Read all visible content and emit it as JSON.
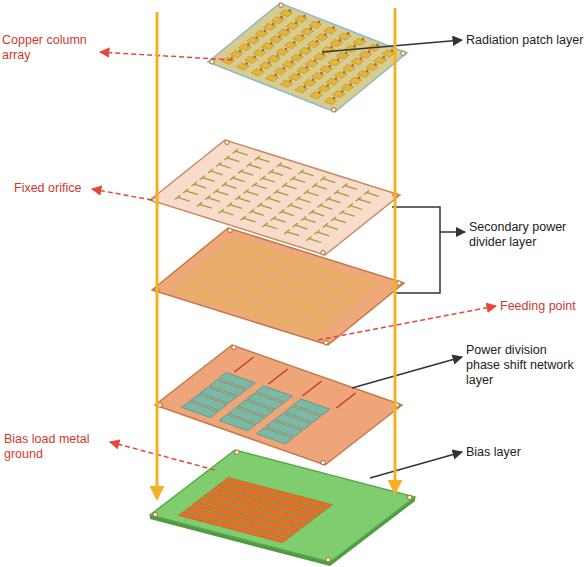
{
  "diagram": {
    "labels": [
      "Copper column array",
      "Radiation patch layer",
      "Fixed orifice",
      "Secondary power divider layer",
      "Feeding point",
      "Power division phase shift network layer",
      "Bias load metal ground",
      "Bias layer"
    ]
  }
}
